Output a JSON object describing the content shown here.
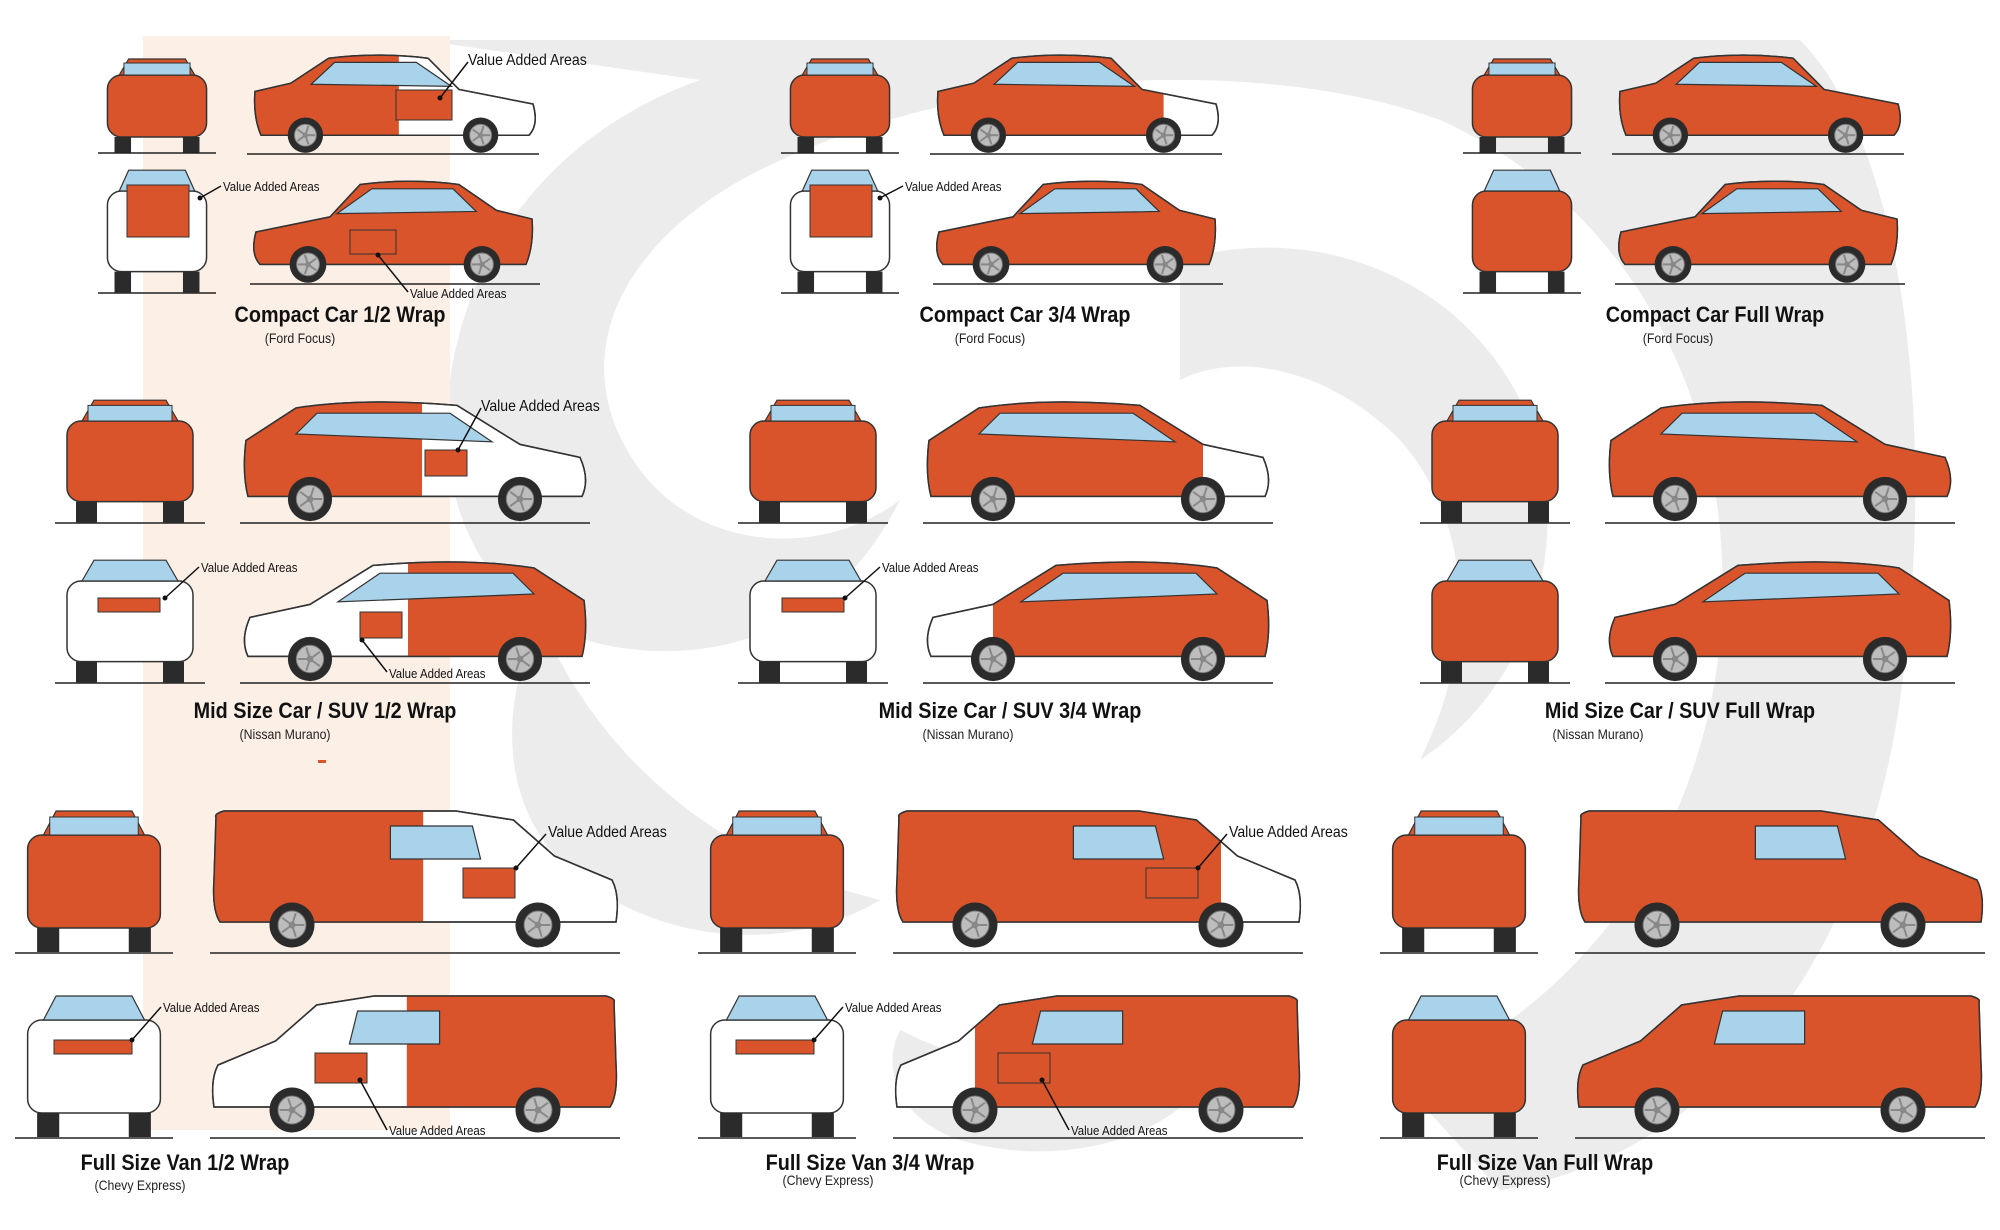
{
  "colors": {
    "wrap": "#d9542b",
    "white": "#ffffff",
    "glass": "#a9d3ea",
    "tire": "#2b2b2b",
    "rim": "#bdbdbd",
    "highlight": "#fcefe6",
    "bg_logo": "#ebebeb"
  },
  "callout_text": "Value Added Areas",
  "sections": [
    {
      "id": "compact-half",
      "title": "Compact Car 1/2 Wrap",
      "subtitle": "(Ford Focus)"
    },
    {
      "id": "compact-three-quarter",
      "title": "Compact Car 3/4 Wrap",
      "subtitle": "(Ford Focus)"
    },
    {
      "id": "compact-full",
      "title": "Compact Car Full Wrap",
      "subtitle": "(Ford Focus)"
    },
    {
      "id": "mid-half",
      "title": "Mid Size Car / SUV  1/2 Wrap",
      "subtitle": "(Nissan Murano)"
    },
    {
      "id": "mid-three-quarter",
      "title": "Mid Size Car / SUV  3/4 Wrap",
      "subtitle": "(Nissan Murano)"
    },
    {
      "id": "mid-full",
      "title": "Mid Size Car / SUV  Full Wrap",
      "subtitle": "(Nissan Murano)"
    },
    {
      "id": "van-half",
      "title": "Full Size Van 1/2 Wrap",
      "subtitle": "(Chevy Express)"
    },
    {
      "id": "van-three-quarter",
      "title": "Full Size Van 3/4 Wrap",
      "subtitle": "(Chevy Express)"
    },
    {
      "id": "van-full",
      "title": "Full Size Van Full Wrap",
      "subtitle": "(Chevy Express)"
    }
  ]
}
